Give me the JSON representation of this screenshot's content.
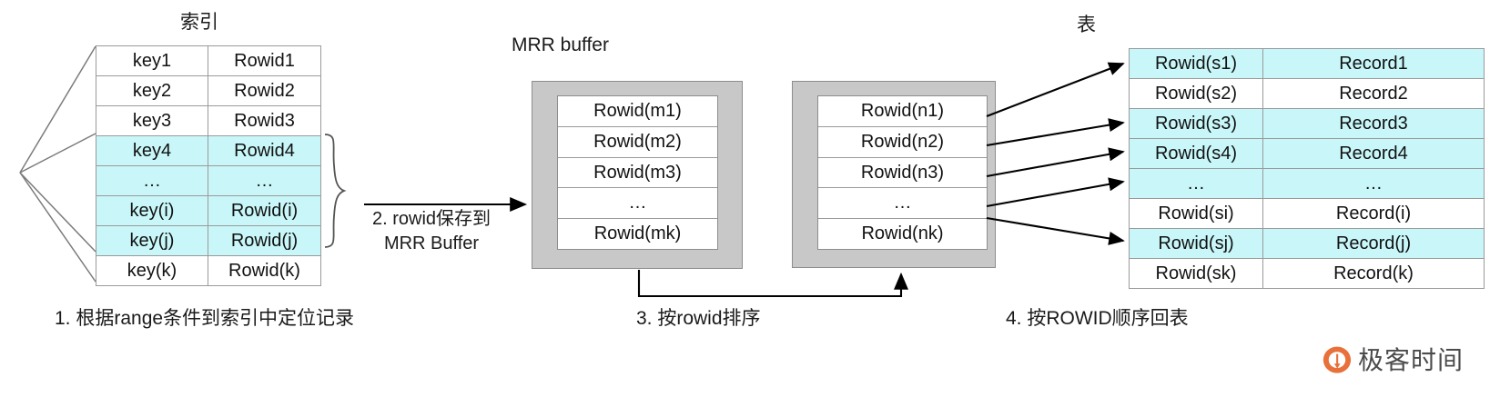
{
  "diagram": {
    "index_title": "索引",
    "mrr_title": "MRR buffer",
    "table_title": "表",
    "step1": "1. 根据range条件到索引中定位记录",
    "step2_line1": "2. rowid保存到",
    "step2_line2": "MRR Buffer",
    "step3": "3. 按rowid排序",
    "step4": "4. 按ROWID顺序回表"
  },
  "index_table": {
    "rows": [
      {
        "key": "key1",
        "rowid": "Rowid1",
        "highlight": false
      },
      {
        "key": "key2",
        "rowid": "Rowid2",
        "highlight": false
      },
      {
        "key": "key3",
        "rowid": "Rowid3",
        "highlight": false
      },
      {
        "key": "key4",
        "rowid": "Rowid4",
        "highlight": true
      },
      {
        "key": "…",
        "rowid": "…",
        "highlight": true
      },
      {
        "key": "key(i)",
        "rowid": "Rowid(i)",
        "highlight": true
      },
      {
        "key": "key(j)",
        "rowid": "Rowid(j)",
        "highlight": true
      },
      {
        "key": "key(k)",
        "rowid": "Rowid(k)",
        "highlight": false
      }
    ]
  },
  "mrr_buffer_1": {
    "rows": [
      "Rowid(m1)",
      "Rowid(m2)",
      "Rowid(m3)",
      "…",
      "Rowid(mk)"
    ]
  },
  "mrr_buffer_2": {
    "rows": [
      "Rowid(n1)",
      "Rowid(n2)",
      "Rowid(n3)",
      "…",
      "Rowid(nk)"
    ]
  },
  "data_table": {
    "rows": [
      {
        "rowid": "Rowid(s1)",
        "record": "Record1",
        "highlight": true
      },
      {
        "rowid": "Rowid(s2)",
        "record": "Record2",
        "highlight": false
      },
      {
        "rowid": "Rowid(s3)",
        "record": "Record3",
        "highlight": true
      },
      {
        "rowid": "Rowid(s4)",
        "record": "Record4",
        "highlight": true
      },
      {
        "rowid": "…",
        "record": "…",
        "highlight": true
      },
      {
        "rowid": "Rowid(si)",
        "record": "Record(i)",
        "highlight": false
      },
      {
        "rowid": "Rowid(sj)",
        "record": "Record(j)",
        "highlight": true
      },
      {
        "rowid": "Rowid(sk)",
        "record": "Record(k)",
        "highlight": false
      }
    ]
  },
  "logo": {
    "text": "极客时间",
    "mark": "geektime-logo-icon",
    "accent": "#E8703A"
  },
  "colors": {
    "highlight": "#c9f7f9",
    "buffer_fill": "#c8c8c8",
    "line": "#9a9a9a",
    "arrow": "#000000",
    "text": "#111111"
  }
}
